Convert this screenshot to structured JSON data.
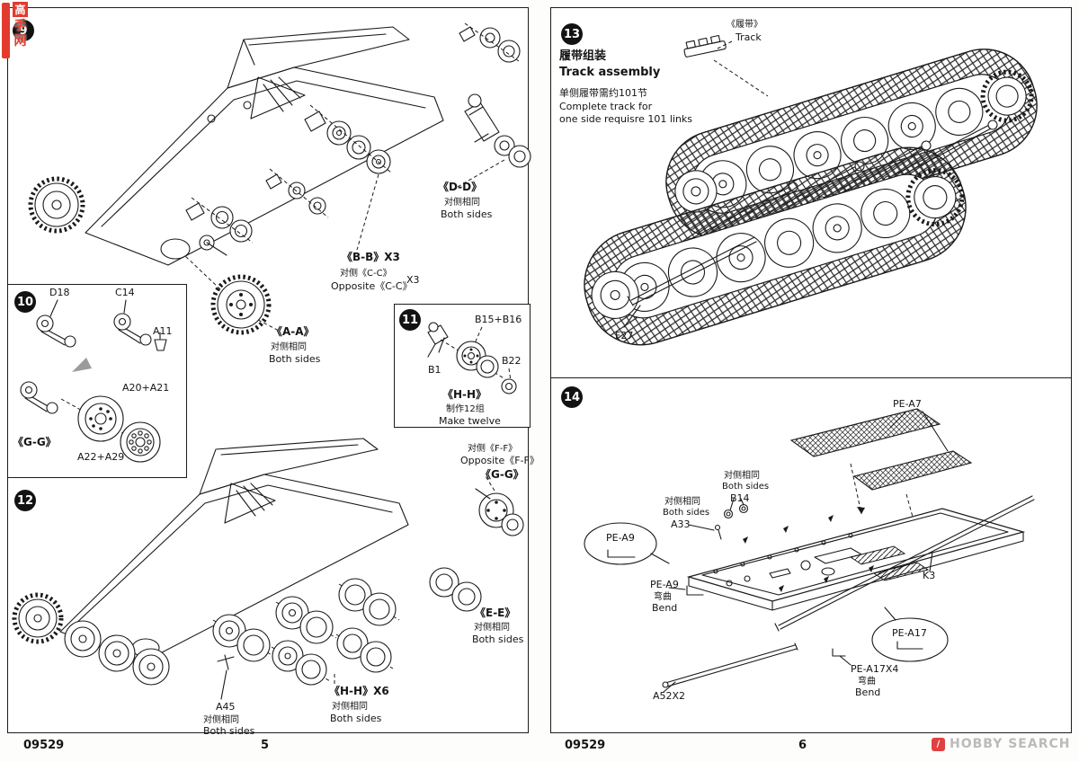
{
  "left_page": {
    "kit_number": "09529",
    "page_number": "5",
    "step9": {
      "num": "9",
      "dd": [
        "《D-D》",
        "对侧相同",
        "Both sides"
      ],
      "bb": [
        "《B-B》X3",
        "对侧《C-C》",
        "Opposite《C-C》",
        "X3"
      ],
      "aa": [
        "《A-A》",
        "对侧相同",
        "Both sides"
      ]
    },
    "step10": {
      "num": "10",
      "d18": "D18",
      "c14": "C14",
      "a11": "A11",
      "a20a21": "A20+A21",
      "gg": "《G-G》",
      "a22a29": "A22+A29"
    },
    "step11": {
      "num": "11",
      "b15b16": "B15+B16",
      "b1": "B1",
      "b22": "B22",
      "hh": [
        "《H-H》",
        "制作12组",
        "Make twelve"
      ]
    },
    "step12": {
      "num": "12",
      "ff": [
        "对侧《F-F》",
        "Opposite《F-F》",
        "《G-G》"
      ],
      "ee": [
        "《E-E》",
        "对侧相同",
        "Both sides"
      ],
      "hh": [
        "《H-H》X6",
        "对侧相同",
        "Both sides"
      ],
      "a45": [
        "A45",
        "对侧相同",
        "Both sides"
      ]
    }
  },
  "right_page": {
    "kit_number": "09529",
    "page_number": "6",
    "step13": {
      "num": "13",
      "title_cn": "履带组装",
      "title_en": "Track assembly",
      "note_cn": "单侧履带需约101节",
      "note_en1": "Complete track for",
      "note_en2": "one side requisre 101 links",
      "track_cn": "《履带》",
      "track_en": "Track",
      "f27": "F27"
    },
    "step14": {
      "num": "14",
      "pe_a7": "PE-A7",
      "b14": [
        "对侧相同",
        "Both sides",
        "B14"
      ],
      "a33": [
        "对侧相同",
        "Both sides",
        "A33"
      ],
      "pe_a9_callout": "PE-A9",
      "pe_a9": [
        "PE-A9",
        "弯曲",
        "Bend"
      ],
      "k3": "K3",
      "pe_a17_callout": "PE-A17",
      "pe_a17": [
        "PE-A17X4",
        "弯曲",
        "Bend"
      ],
      "a52": "A52X2"
    }
  },
  "watermarks": {
    "gaoshou_chars": [
      "高",
      "手",
      "网"
    ],
    "hobby_search": "HOBBY SEARCH"
  },
  "colors": {
    "watermark_red": "#e23b2e",
    "hobby_gray": "#bbbbbb",
    "line_black": "#1a1a1a"
  }
}
